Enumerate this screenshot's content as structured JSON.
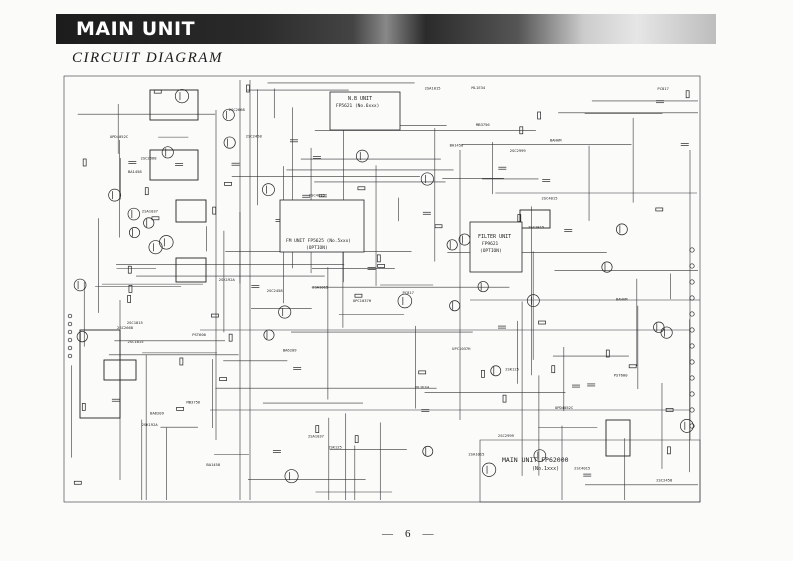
{
  "header": {
    "title": "MAIN UNIT"
  },
  "diagram": {
    "title": "CIRCUIT DIAGRAM",
    "unit_name": "MAIN UNIT FP62000",
    "unit_sub": "(No.1xxx)",
    "modules": {
      "nb_unit": "N.B UNIT",
      "nb_sub": "FP5621 (No.6xxx)",
      "fm_unit": "FM UNIT FP5625 (No.5xxx)",
      "fm_option": "(OPTION)",
      "filter_unit": "FILTER UNIT",
      "filter_sub": "FP9621",
      "option": "(OPTION)"
    },
    "parts": [
      "2SC1815",
      "2SC2458",
      "2SC2668",
      "2SC4015",
      "2SA1015",
      "BA1458",
      "BAHAM",
      "2SK192A",
      "UPD4052C",
      "UPC1037H",
      "MB3756",
      "2SC2999",
      "BA6209",
      "ML1E34",
      "PST600",
      "2SA1037",
      "2SK125",
      "PC817"
    ]
  },
  "footer": {
    "page_number": "6",
    "dash": "—"
  }
}
